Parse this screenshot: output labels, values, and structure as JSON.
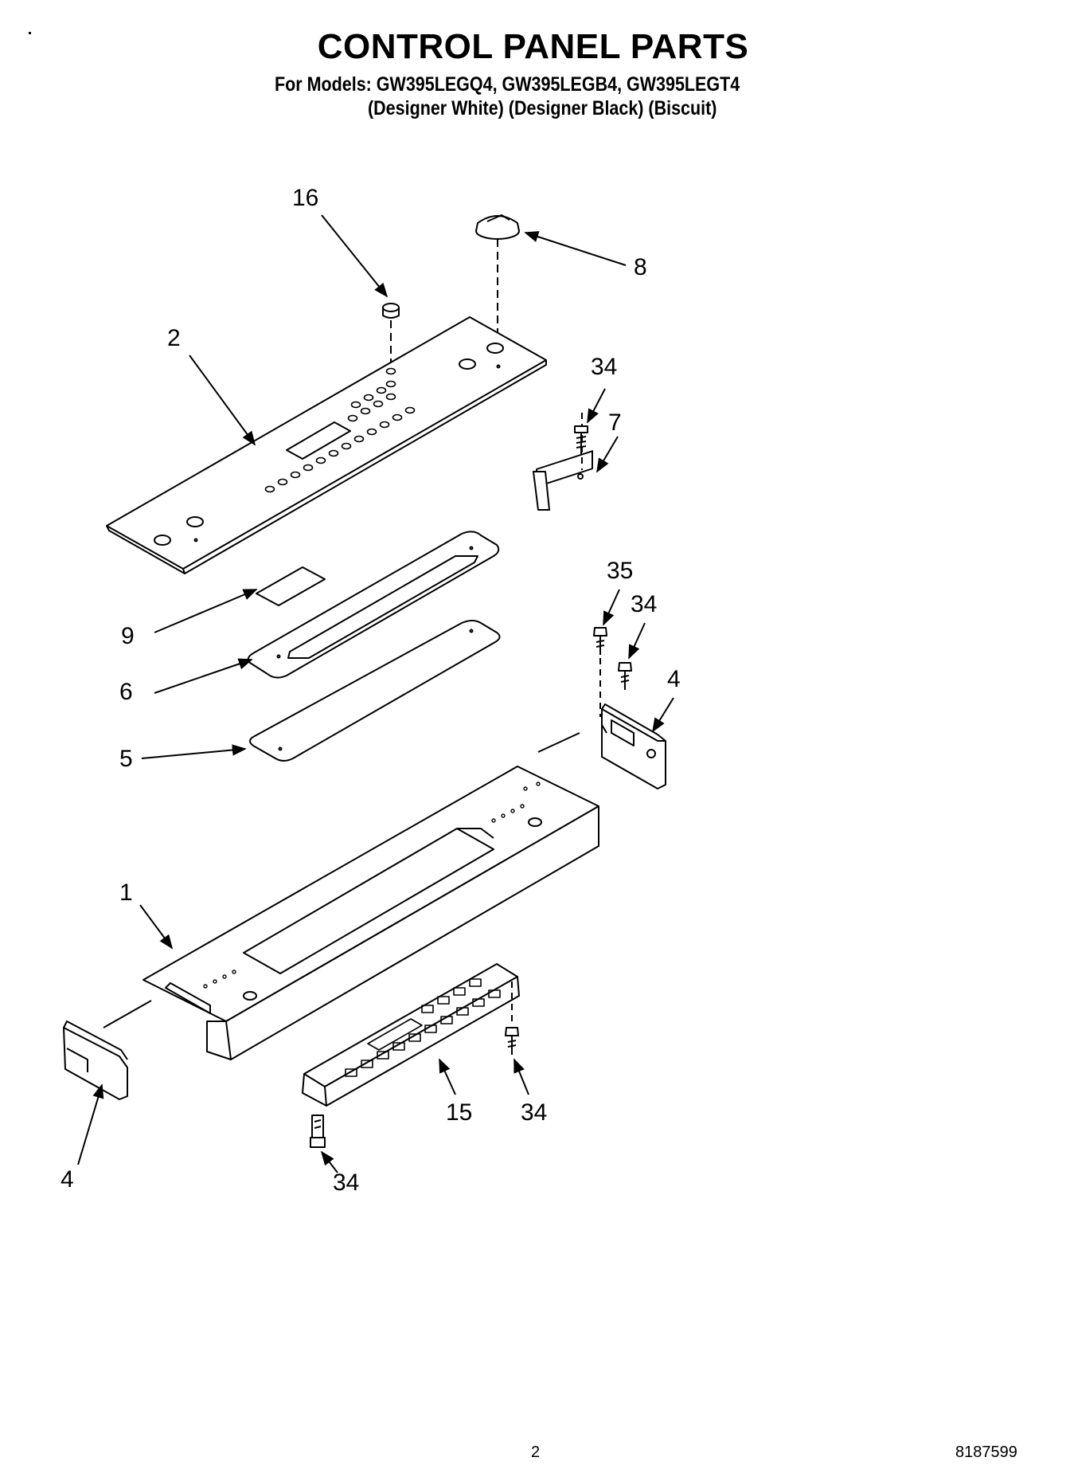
{
  "header": {
    "title": "CONTROL PANEL PARTS",
    "models_line": "For Models: GW395LEGQ4, GW395LEGB4, GW395LEGT4",
    "variants_line": "(Designer White) (Designer Black) (Biscuit)"
  },
  "callouts": {
    "c16": "16",
    "c8": "8",
    "c2": "2",
    "c34a": "34",
    "c7": "7",
    "c35": "35",
    "c34b": "34",
    "c4a": "4",
    "c9": "9",
    "c6": "6",
    "c5": "5",
    "c1": "1",
    "c4b": "4",
    "c15": "15",
    "c34c": "34",
    "c34d": "34"
  },
  "footer": {
    "page_number": "2",
    "document_number": "8187599"
  }
}
